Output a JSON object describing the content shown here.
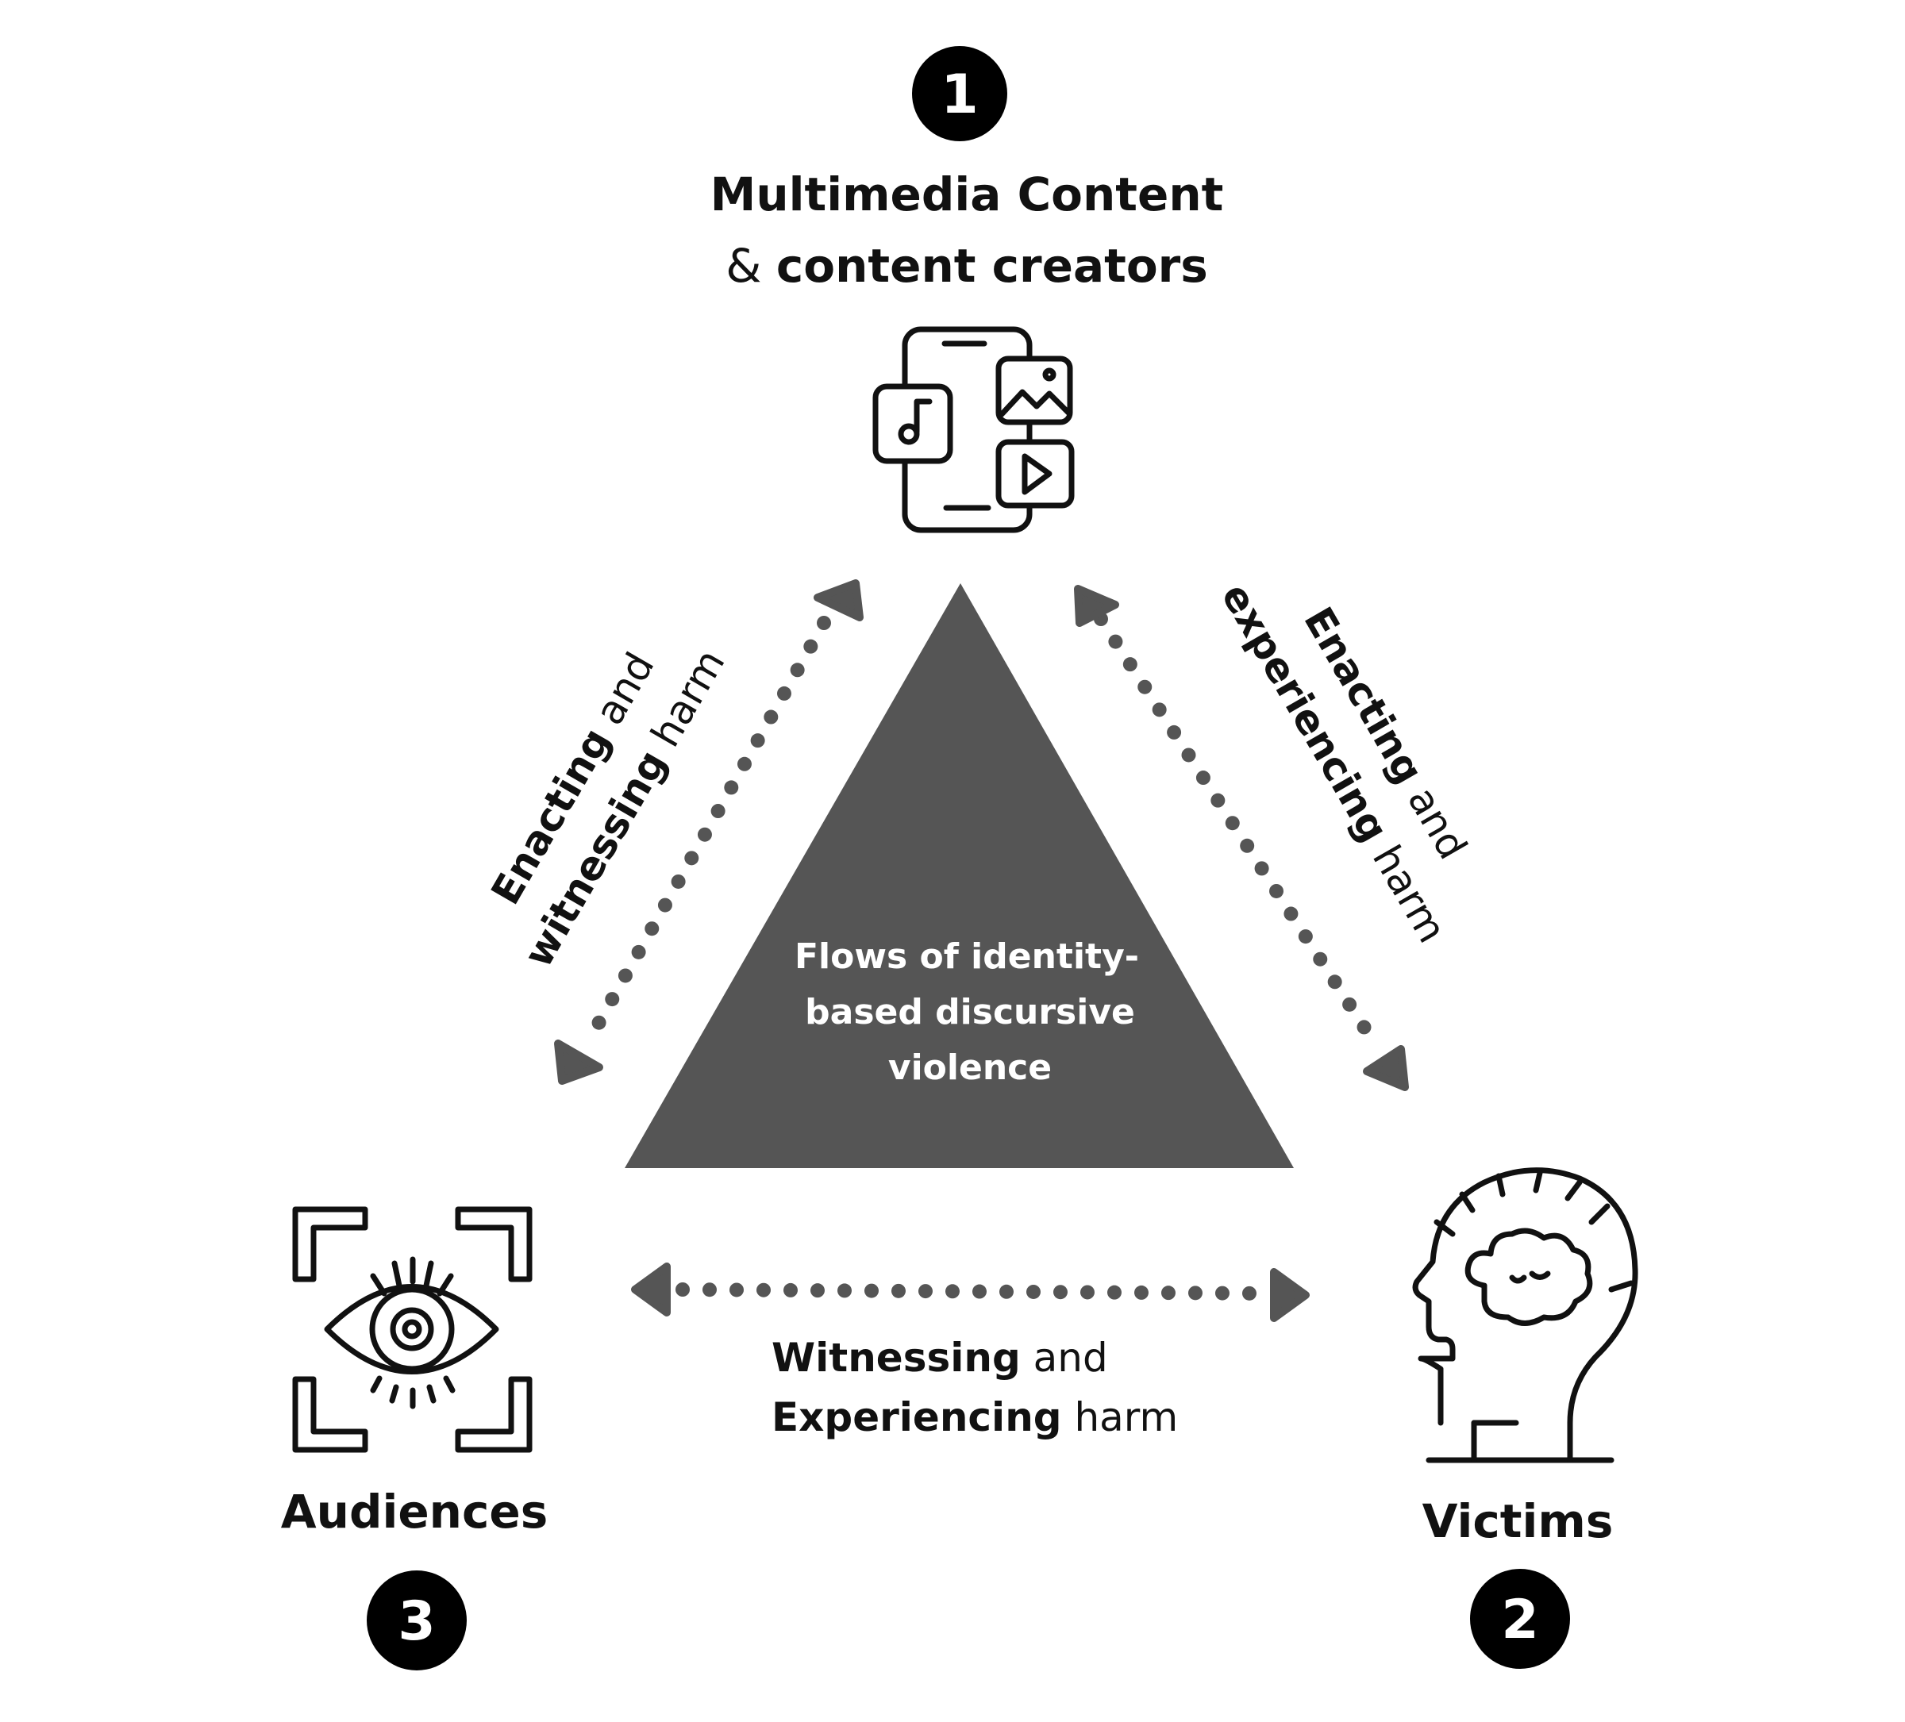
{
  "colors": {
    "triangle": "#555555",
    "arrows": "#555555",
    "badge": "#000000",
    "text": "#111111"
  },
  "nodes": {
    "top": {
      "number": "1",
      "title_line1": "Multimedia Content",
      "title_line2_prefix": "& ",
      "title_line2_bold": "content creators",
      "icon": "smartphone-multimedia-icon"
    },
    "right": {
      "number": "2",
      "title": "Victims",
      "icon": "head-brain-icon"
    },
    "left": {
      "number": "3",
      "title": "Audiences",
      "icon": "eye-focus-icon"
    }
  },
  "center": {
    "line1": "Flows of  identity-",
    "line2": "based discursive",
    "line3": "violence"
  },
  "edges": {
    "left": {
      "line1_bold": "Enacting",
      "line1_rest": " and",
      "line2_bold": "witnessing",
      "line2_rest": " harm"
    },
    "right": {
      "line1_bold": "Enacting",
      "line1_rest": "  and",
      "line2_bold": "experiencing",
      "line2_rest": " harm"
    },
    "bottom": {
      "line1_bold": "Witnessing",
      "line1_rest": " and",
      "line2_bold": "Experiencing",
      "line2_rest": " harm"
    }
  }
}
